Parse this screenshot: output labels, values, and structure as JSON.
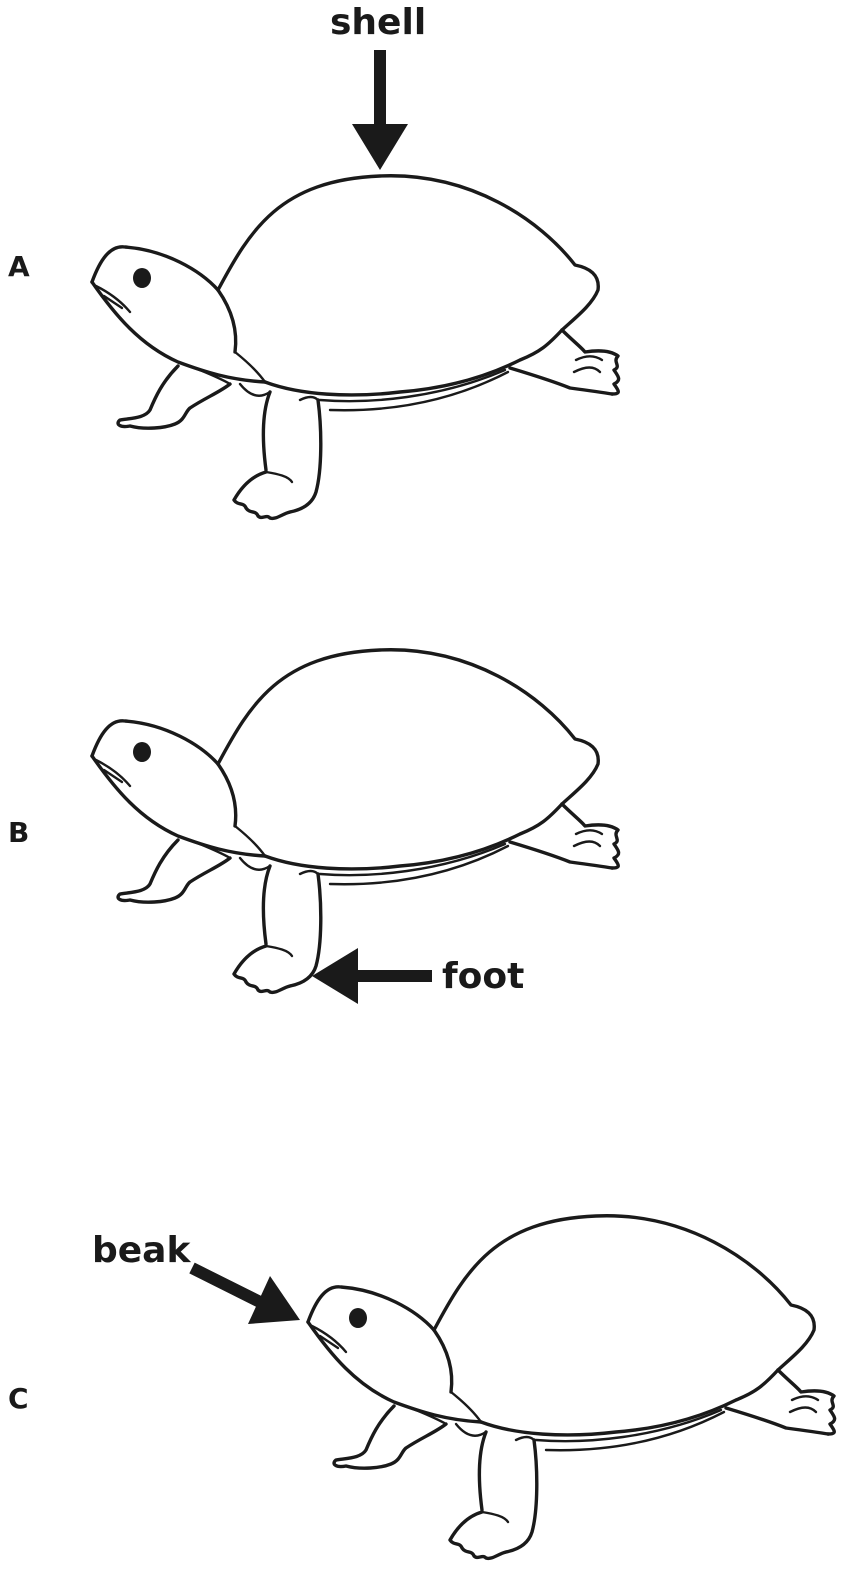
{
  "panels": [
    {
      "letter": "A",
      "callout": "shell"
    },
    {
      "letter": "B",
      "callout": "foot"
    },
    {
      "letter": "C",
      "callout": "beak"
    }
  ]
}
